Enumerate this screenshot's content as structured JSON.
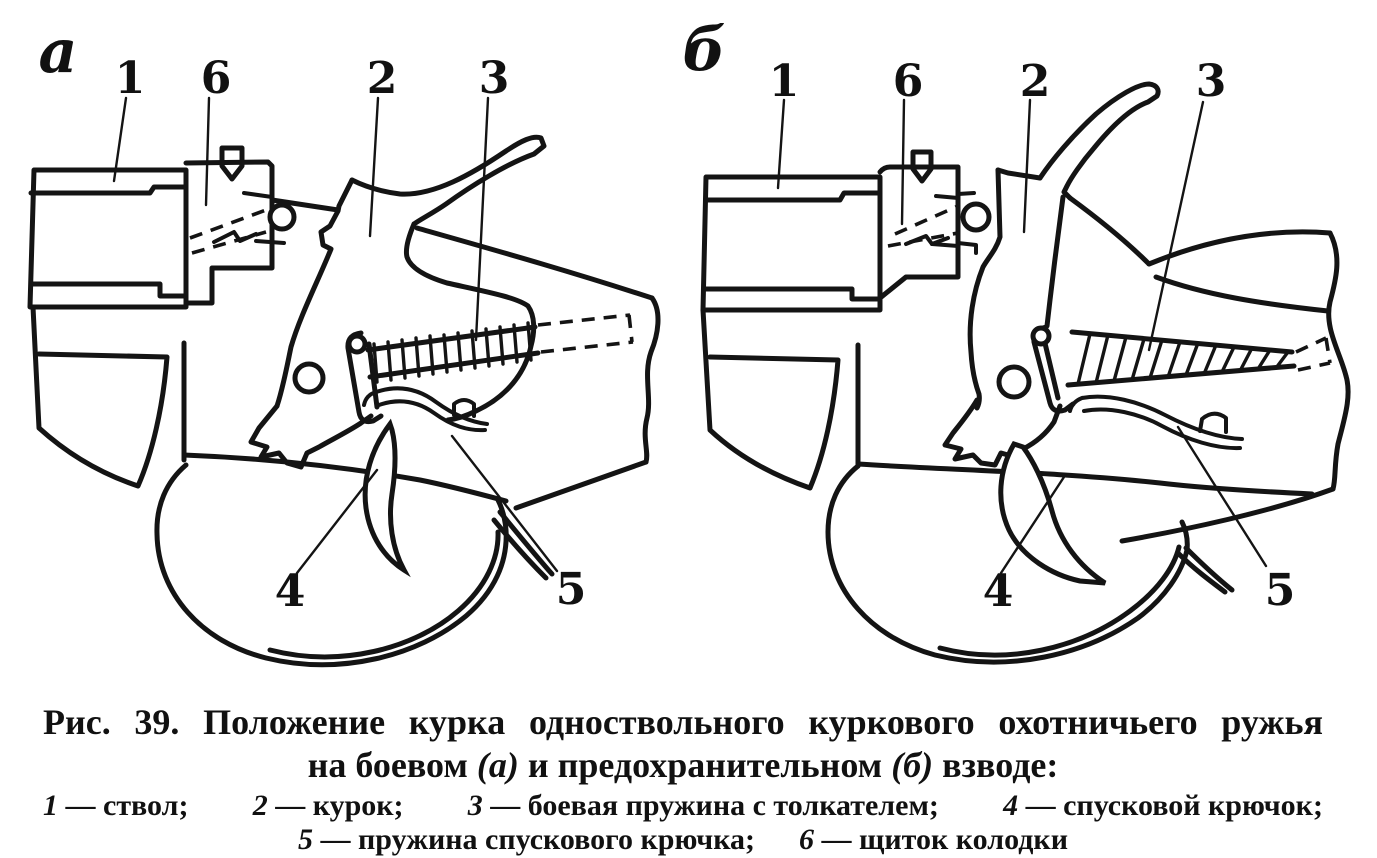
{
  "colors": {
    "ink": "#141414",
    "paper": "#ffffff"
  },
  "figure": {
    "panel_a": {
      "panel_letter": "а",
      "part_labels": [
        "1",
        "6",
        "2",
        "3",
        "4",
        "5"
      ]
    },
    "panel_b": {
      "panel_letter": "б",
      "part_labels": [
        "1",
        "6",
        "2",
        "3",
        "4",
        "5"
      ]
    }
  },
  "caption": {
    "title_line1": "Рис. 39. Положение курка одноствольного куркового охотничьего ружья",
    "title_line2": [
      "на боевом ",
      "(а)",
      " и предохранительном ",
      "(б)",
      " взводе:"
    ],
    "legend_row1": [
      {
        "num": "1",
        "text": " — ствол;"
      },
      {
        "num": "2",
        "text": " — курок;"
      },
      {
        "num": "3",
        "text": " — боевая пружина с толкателем;"
      },
      {
        "num": "4",
        "text": " — спусковой крючок;"
      }
    ],
    "legend_row2": [
      {
        "num": "5",
        "text": " — пружина спускового крючка;"
      },
      {
        "num": "6",
        "text": " — щиток колодки"
      }
    ]
  }
}
